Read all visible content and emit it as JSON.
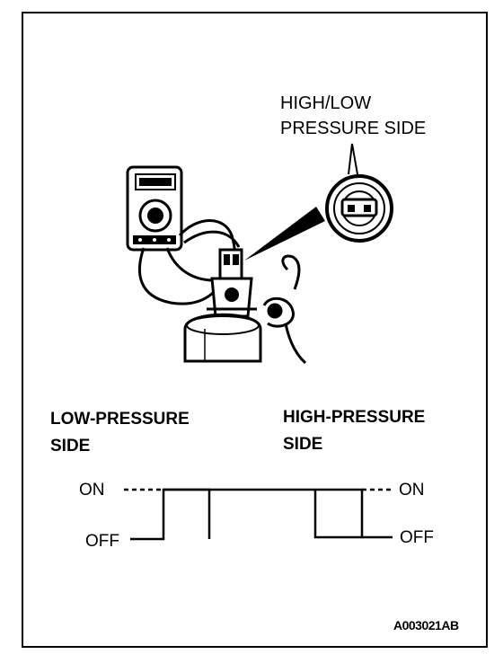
{
  "callout": {
    "line1": "HIGH/LOW",
    "line2": "PRESSURE SIDE"
  },
  "low_side": {
    "line1": "LOW-PRESSURE",
    "line2": "SIDE"
  },
  "high_side": {
    "line1": "HIGH-PRESSURE",
    "line2": "SIDE"
  },
  "states": {
    "on_left": "ON",
    "off_left": "OFF",
    "on_right": "ON",
    "off_right": "OFF"
  },
  "figure_code": "A003021AB",
  "colors": {
    "ink": "#000000",
    "paper": "#ffffff"
  }
}
